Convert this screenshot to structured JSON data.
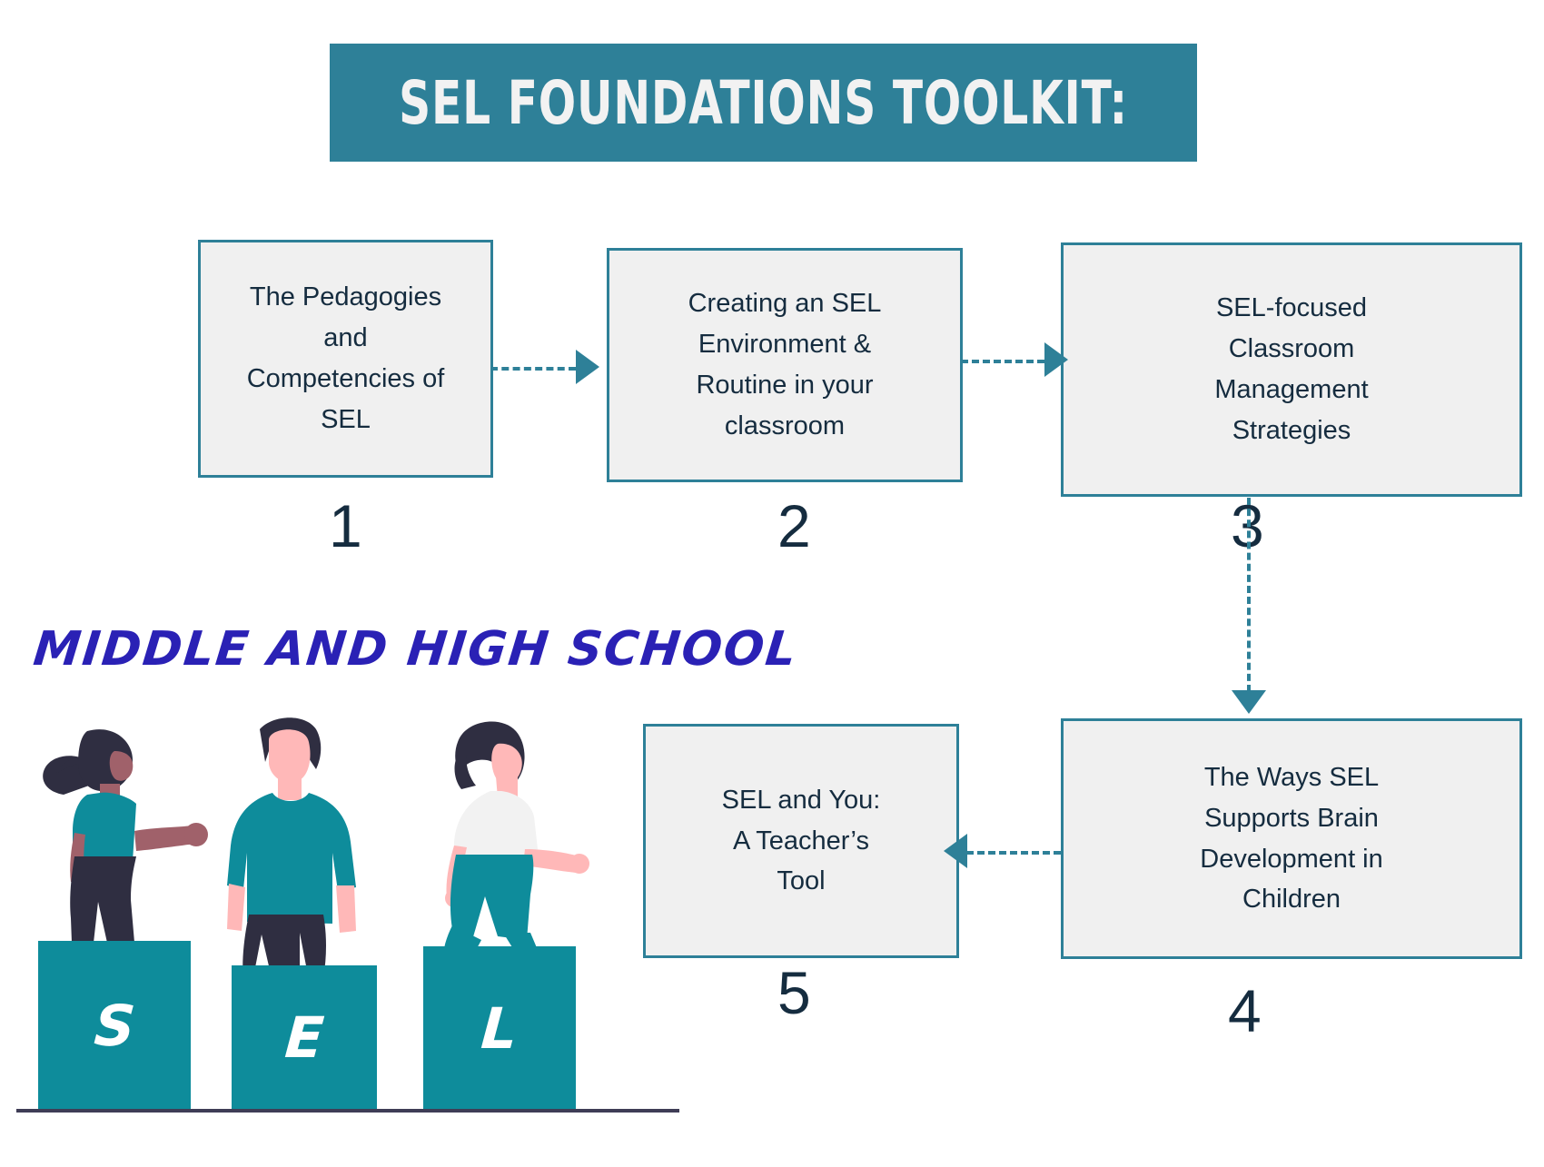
{
  "header": {
    "title": "SEL FOUNDATIONS TOOLKIT:",
    "banner_color": "#2E8098",
    "title_color": "#F2F2F2"
  },
  "theme": {
    "accent_teal": "#2E8098",
    "podium_teal": "#0E8C9B",
    "box_fill": "#F0F0F0",
    "box_border": "#2E8098",
    "text_navy": "#152C3F",
    "heading_blue": "#2A21B5",
    "ground_color": "#3F3D56"
  },
  "flow": {
    "steps": [
      {
        "id": "1",
        "number": "1",
        "label": "The Pedagogies\nand\nCompetencies of\nSEL"
      },
      {
        "id": "2",
        "number": "2",
        "label": "Creating an SEL\nEnvironment &\nRoutine in your\nclassroom"
      },
      {
        "id": "3",
        "number": "3",
        "label": "SEL-focused\nClassroom\nManagement\nStrategies"
      },
      {
        "id": "4",
        "number": "4",
        "label": "The Ways SEL\nSupports Brain\nDevelopment in\nChildren"
      },
      {
        "id": "5",
        "number": "5",
        "label": "SEL and You:\nA Teacher’s\nTool"
      }
    ],
    "connectors": [
      {
        "from": "1",
        "to": "2",
        "direction": "right",
        "style": "dashed"
      },
      {
        "from": "2",
        "to": "3",
        "direction": "right",
        "style": "dashed"
      },
      {
        "from": "3",
        "to": "4",
        "direction": "down",
        "style": "dashed"
      },
      {
        "from": "4",
        "to": "5",
        "direction": "left",
        "style": "dashed"
      }
    ]
  },
  "illustration": {
    "heading": "MIDDLE AND HIGH SCHOOL",
    "podiums": [
      {
        "letter": "S"
      },
      {
        "letter": "E"
      },
      {
        "letter": "L"
      }
    ],
    "figures": [
      {
        "name": "student-with-ponytail"
      },
      {
        "name": "student-short-hair"
      },
      {
        "name": "student-walking"
      }
    ]
  }
}
